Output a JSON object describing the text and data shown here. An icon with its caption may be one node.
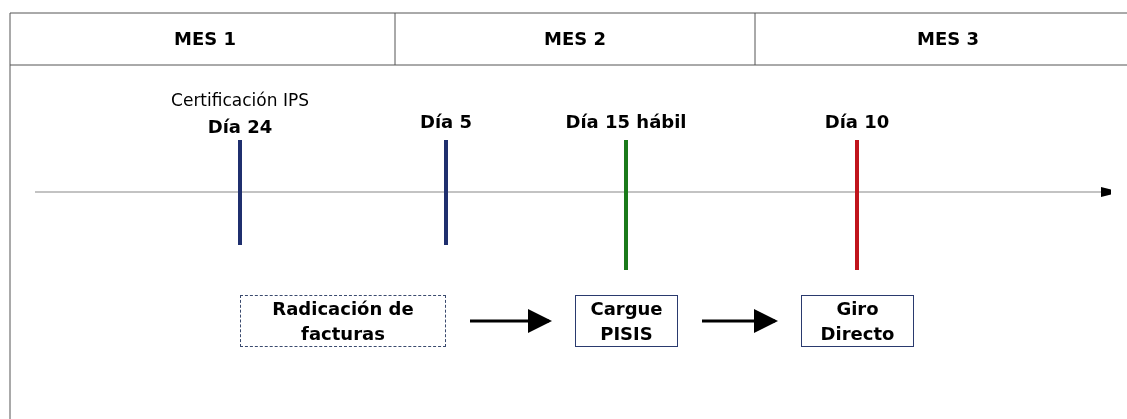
{
  "diagram": {
    "nodes": [
      {
        "text": [
          "Radicación de facturas"
        ]
      },
      {
        "text": [
          "Cargue PISIS"
        ]
      },
      {
        "text": [
          "Giro Directo"
        ]
      }
    ],
    "edges": [
      {
        "from": 0,
        "to": 1,
        "arrow": "to"
      },
      {
        "from": 1,
        "to": 2,
        "arrow": "to"
      }
    ],
    "labels": [
      "MES 1",
      "MES 2",
      "MES 3",
      "Certificación IPS",
      "Día 24",
      "Día 5",
      "Día 15 hábil",
      "Día 10"
    ]
  }
}
